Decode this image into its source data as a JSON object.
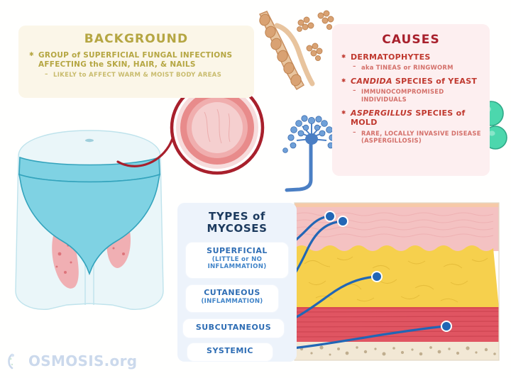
{
  "page": {
    "background_color": "#FFFFFE",
    "watermark": "OSMOSIS.org"
  },
  "background_panel": {
    "title": "BACKGROUND",
    "title_color": "#B5A642",
    "panel_color": "#FBF6E8",
    "items": [
      {
        "level": 1,
        "text": "GROUP of SUPERFICIAL FUNGAL INFECTIONS AFFECTING the SKIN, HAIR, & NAILS"
      },
      {
        "level": 2,
        "text": "LIKELY to AFFECT WARM & MOIST BODY AREAS"
      }
    ]
  },
  "causes_panel": {
    "title": "CAUSES",
    "title_color": "#A8202C",
    "panel_color": "#FDEFF0",
    "items": [
      {
        "level": 1,
        "text": "DERMATOPHYTES",
        "italic_lead": ""
      },
      {
        "level": 2,
        "text": "aka TINEAS or RINGWORM"
      },
      {
        "level": 1,
        "text": "SPECIES of YEAST",
        "italic_lead": "CANDIDA"
      },
      {
        "level": 2,
        "text": "IMMUNOCOMPROMISED INDIVIDUALS"
      },
      {
        "level": 1,
        "text": "SPECIES of MOLD",
        "italic_lead": "ASPERGILLUS"
      },
      {
        "level": 2,
        "text": "RARE, LOCALLY INVASIVE DISEASE (ASPERGILLOSIS)"
      }
    ]
  },
  "types_panel": {
    "title_line1": "TYPES of",
    "title_line2": "MYCOSES",
    "title_color": "#1C3A5E",
    "panel_color": "#EDF3FB",
    "types": [
      {
        "name": "SUPERFICIAL",
        "detail_line1": "(LITTLE or NO",
        "detail_line2": "INFLAMMATION)"
      },
      {
        "name": "CUTANEOUS",
        "detail_line1": "(INFLAMMATION)",
        "detail_line2": ""
      },
      {
        "name": "SUBCUTANEOUS",
        "detail_line1": "",
        "detail_line2": ""
      },
      {
        "name": "SYSTEMIC",
        "detail_line1": "",
        "detail_line2": ""
      }
    ]
  },
  "skin_diagram": {
    "layers": [
      {
        "name": "epidermis",
        "color": "#F4C2C2"
      },
      {
        "name": "subcutaneous-fat",
        "color": "#F6D04D"
      },
      {
        "name": "muscle",
        "color": "#E05562"
      },
      {
        "name": "bone",
        "color": "#F2E8D5"
      }
    ],
    "pointer_color": "#2166B5",
    "pointer_count": 4
  },
  "illustrations": [
    {
      "name": "dermatophyte-hyphae",
      "color": "#D9A273"
    },
    {
      "name": "candida-yeast-cells",
      "color": "#4CD7AD"
    },
    {
      "name": "aspergillus-conidiophore",
      "color": "#4B7FC4"
    },
    {
      "name": "groin-tinea-cruris",
      "skin_color": "#EAF6F9",
      "underwear_color": "#7FD2E3",
      "rash_color": "#F0A8AC"
    },
    {
      "name": "ringworm-magnifier",
      "ring_color": "#A8202C",
      "lesion_color": "#E88B8B"
    }
  ]
}
